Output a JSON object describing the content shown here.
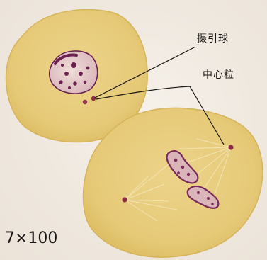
{
  "labels": {
    "aster": "摄引球",
    "centriole": "中心粒"
  },
  "magnification": "7×100",
  "colors": {
    "cytoplasm": "#e8cd7a",
    "cytoplasm_edge": "#dcbc62",
    "chromatin": "#7a2a5a",
    "nucleus": "#e3c6c6",
    "centriole": "#8a2d42",
    "text": "#1b1715"
  }
}
